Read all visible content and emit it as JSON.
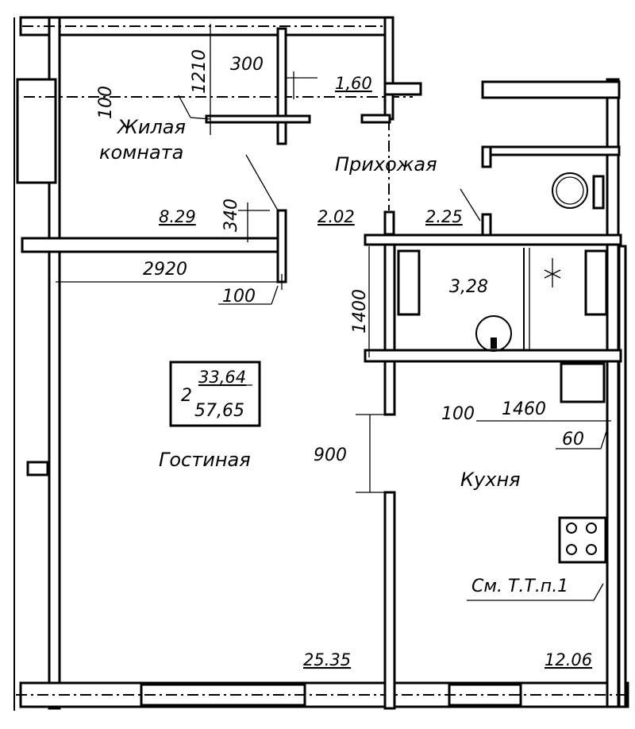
{
  "rooms": {
    "bedroom_line1": "Жилая",
    "bedroom_line2": "комната",
    "hall": "Прихожая",
    "living": "Гостиная",
    "kitchen": "Кухня"
  },
  "areas": {
    "bedroom": "8.29",
    "closet": "1,60",
    "hall_left": "2.02",
    "hall_right": "2.25",
    "bathroom": "3,28",
    "living": "25.35",
    "kitchen": "12.06"
  },
  "summary": {
    "rooms_count": "2",
    "living_area": "33,64",
    "total_area": "57,65"
  },
  "dimensions": {
    "d100_top": "100",
    "d1210": "1210",
    "d300": "300",
    "d340": "340",
    "d2920": "2920",
    "d100_mid": "100",
    "d1400": "1400",
    "d900": "900",
    "d100_kitchen": "100",
    "d1460": "1460",
    "d60": "60"
  },
  "notes": {
    "kitchen_note": "См. Т.Т.п.1"
  }
}
